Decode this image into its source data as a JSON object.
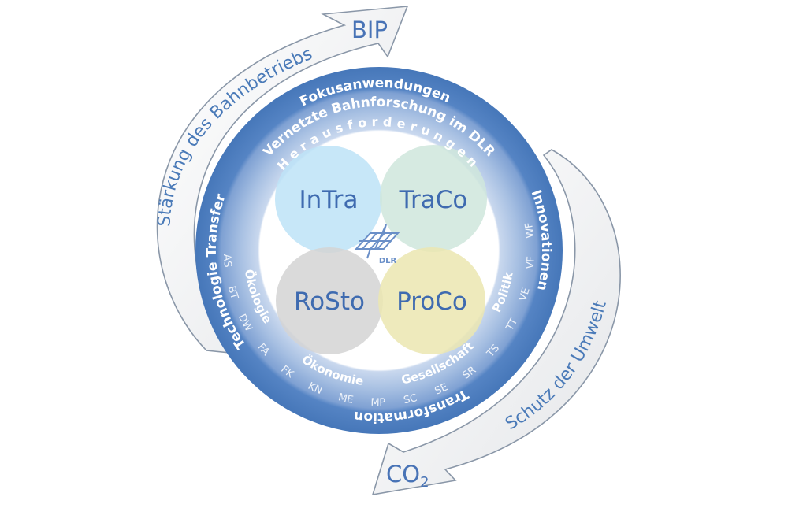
{
  "arrows": {
    "top": {
      "label": "Stärkung des Bahnbetriebs",
      "target": "BIP"
    },
    "bottom": {
      "label": "Schutz der Umwelt",
      "target_main": "CO",
      "target_sub": "2"
    }
  },
  "ring": {
    "outer_top": "Fokusanwendungen",
    "outer_left": "Technologie Transfer",
    "outer_right": "Innovationen",
    "outer_bottom": "Transformation",
    "middle_top": "Vernetzte Bahnforschung im DLR",
    "inner_top": "Herausforderungen",
    "aspects": [
      "Ökologie",
      "Ökonomie",
      "Gesellschaft",
      "Politik"
    ],
    "abbreviations": [
      "AS",
      "BT",
      "DW",
      "FA",
      "FK",
      "KN",
      "ME",
      "MP",
      "SC",
      "SE",
      "SR",
      "TS",
      "TT",
      "VE",
      "VF",
      "WF"
    ]
  },
  "circles": [
    "InTra",
    "TraCo",
    "RoSto",
    "ProCo"
  ],
  "logo": {
    "text": "DLR"
  },
  "colors": {
    "ring_dark": "#4677b9",
    "text_blue": "#3f6bb0",
    "intra": "#bde3f7",
    "traco": "#cfe6dc",
    "rosto": "#d4d4d4",
    "proco": "#ebe6b0"
  }
}
